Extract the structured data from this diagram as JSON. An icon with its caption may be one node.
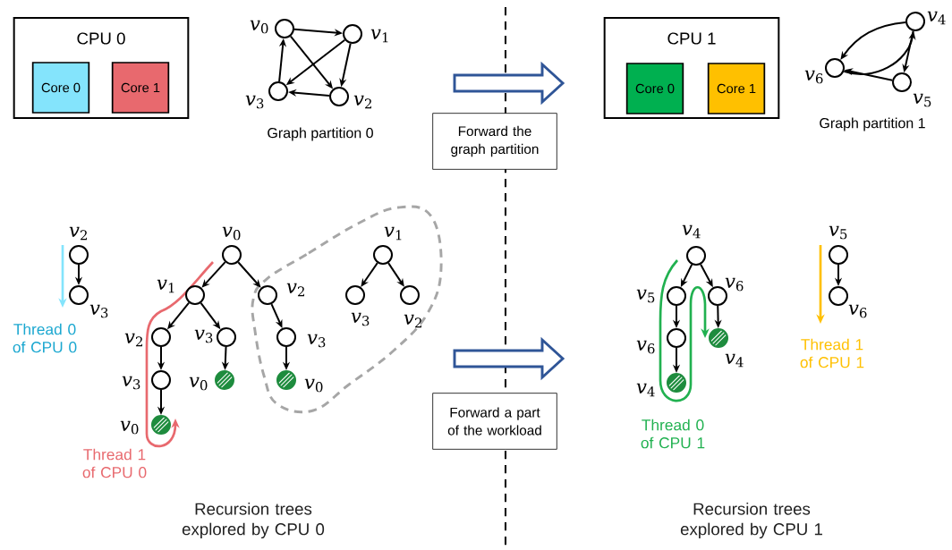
{
  "diagram": {
    "nodes": [
      {
        "text": [
          "CPU 0"
        ]
      },
      {
        "text": [
          "Core 0"
        ],
        "in": 0
      },
      {
        "text": [
          "Core 1"
        ],
        "in": 0
      },
      {
        "text": [],
        "shape": "circle",
        "beside": [
          "*v*$_{0}$"
        ]
      },
      {
        "text": [],
        "shape": "circle",
        "beside": [
          "*v*$_{1}$"
        ]
      },
      {
        "text": [],
        "shape": "circle",
        "beside": [
          "*v*$_{2}$"
        ]
      },
      {
        "text": [],
        "shape": "circle",
        "beside": [
          "*v*$_{3}$"
        ]
      },
      {
        "text": [
          "Forward the graph partition"
        ]
      },
      {
        "text": [
          "CPU 1"
        ]
      },
      {
        "text": [
          "Core 0"
        ],
        "in": 8
      },
      {
        "text": [
          "Core 1"
        ],
        "in": 8
      },
      {
        "text": [],
        "shape": "circle",
        "beside": [
          "*v*$_{4}$"
        ]
      },
      {
        "text": [],
        "shape": "circle",
        "beside": [
          "*v*$_{6}$"
        ]
      },
      {
        "text": [],
        "shape": "circle",
        "beside": [
          "*v*$_{5}$"
        ]
      },
      {
        "text": [],
        "shape": "circle",
        "beside": [
          "*v*$_{2}$"
        ]
      },
      {
        "text": [],
        "shape": "circle",
        "beside": [
          "*v*$_{3}$"
        ]
      },
      {
        "text": [],
        "shape": "circle",
        "beside": [
          "*v*$_{0}$"
        ]
      },
      {
        "text": [],
        "shape": "circle",
        "beside": [
          "*v*$_{1}$"
        ]
      },
      {
        "text": [],
        "shape": "circle",
        "beside": [
          "*v*$_{2}$"
        ]
      },
      {
        "text": [],
        "shape": "circle",
        "beside": [
          "*v*$_{2}$"
        ]
      },
      {
        "text": [],
        "shape": "circle",
        "beside": [
          "*v*$_{3}$"
        ]
      },
      {
        "text": [],
        "shape": "circle",
        "beside": [
          "*v*$_{3}$"
        ]
      },
      {
        "text": [],
        "shape": "circle",
        "beside": [
          "*v*$_{3}$"
        ]
      },
      {
        "text": [],
        "shape": "circle",
        "beside": [
          "*v*$_{0}$"
        ]
      },
      {
        "text": [],
        "shape": "circle",
        "beside": [
          "*v*$_{0}$"
        ]
      },
      {
        "text": [],
        "shape": "circle",
        "beside": [
          "*v*$_{0}$"
        ]
      },
      {
        "text": [],
        "shape": "circle",
        "beside": [
          "*v*$_{1}$"
        ]
      },
      {
        "text": [],
        "shape": "circle",
        "beside": [
          "*v*$_{3}$"
        ]
      },
      {
        "text": [],
        "shape": "circle",
        "beside": [
          "*v*$_{2}$"
        ]
      },
      {
        "text": [
          "Forward a part of the workload"
        ]
      },
      {
        "text": [],
        "shape": "circle",
        "beside": [
          "*v*$_{4}$"
        ]
      },
      {
        "text": [],
        "shape": "circle",
        "beside": [
          "*v*$_{5}$"
        ]
      },
      {
        "text": [],
        "shape": "circle",
        "beside": [
          "*v*$_{6}$"
        ]
      },
      {
        "text": [],
        "shape": "circle",
        "beside": [
          "*v*$_{6}$"
        ]
      },
      {
        "text": [],
        "shape": "circle",
        "beside": [
          "*v*$_{4}$"
        ]
      },
      {
        "text": [],
        "shape": "circle",
        "beside": [
          "*v*$_{4}$"
        ]
      },
      {
        "text": [],
        "shape": "circle",
        "beside": [
          "*v*$_{5}$"
        ]
      },
      {
        "text": [],
        "shape": "circle",
        "beside": [
          "*v*$_{6}$"
        ]
      }
    ],
    "edges": [
      {
        "from": 3,
        "to": 4,
        "arrow": "to"
      },
      {
        "from": 3,
        "to": 5,
        "arrow": "to"
      },
      {
        "from": 4,
        "to": 6,
        "arrow": "to"
      },
      {
        "from": 4,
        "to": 5,
        "arrow": "to"
      },
      {
        "from": 5,
        "to": 6,
        "arrow": "to"
      },
      {
        "from": 6,
        "to": 3,
        "arrow": "to"
      },
      {
        "from": 12,
        "to": 11,
        "arrow": "to"
      },
      {
        "from": 11,
        "to": 12,
        "arrow": "to"
      },
      {
        "from": 11,
        "to": 13,
        "arrow": "to"
      },
      {
        "from": 13,
        "to": 12,
        "arrow": "to"
      },
      {
        "from": 14,
        "to": 15,
        "arrow": "to"
      },
      {
        "from": 16,
        "to": 17,
        "arrow": "to"
      },
      {
        "from": 16,
        "to": 18,
        "arrow": "to"
      },
      {
        "from": 17,
        "to": 19,
        "arrow": "to"
      },
      {
        "from": 17,
        "to": 20,
        "arrow": "to"
      },
      {
        "from": 19,
        "to": 22,
        "arrow": "to"
      },
      {
        "from": 22,
        "to": 25,
        "arrow": "to"
      },
      {
        "from": 20,
        "to": 23,
        "arrow": "to"
      },
      {
        "from": 18,
        "to": 21,
        "arrow": "to"
      },
      {
        "from": 21,
        "to": 24,
        "arrow": "to"
      },
      {
        "from": 26,
        "to": 27,
        "arrow": "to"
      },
      {
        "from": 26,
        "to": 28,
        "arrow": "to"
      },
      {
        "from": 30,
        "to": 31,
        "arrow": "to"
      },
      {
        "from": 30,
        "to": 32,
        "arrow": "to"
      },
      {
        "from": 31,
        "to": 33,
        "arrow": "to"
      },
      {
        "from": 33,
        "to": 35,
        "arrow": "to"
      },
      {
        "from": 32,
        "to": 34,
        "arrow": "to"
      },
      {
        "from": 36,
        "to": 37,
        "arrow": "to"
      }
    ],
    "labels": [
      "Graph partition 0",
      "Graph partition 1",
      "Thread 0 of CPU 0",
      "Thread 1 of CPU 0",
      "Thread 0 of CPU 1",
      "Thread 1 of CPU 1",
      "Recursion trees explored by CPU 0",
      "Recursion trees explored by CPU 1"
    ]
  }
}
